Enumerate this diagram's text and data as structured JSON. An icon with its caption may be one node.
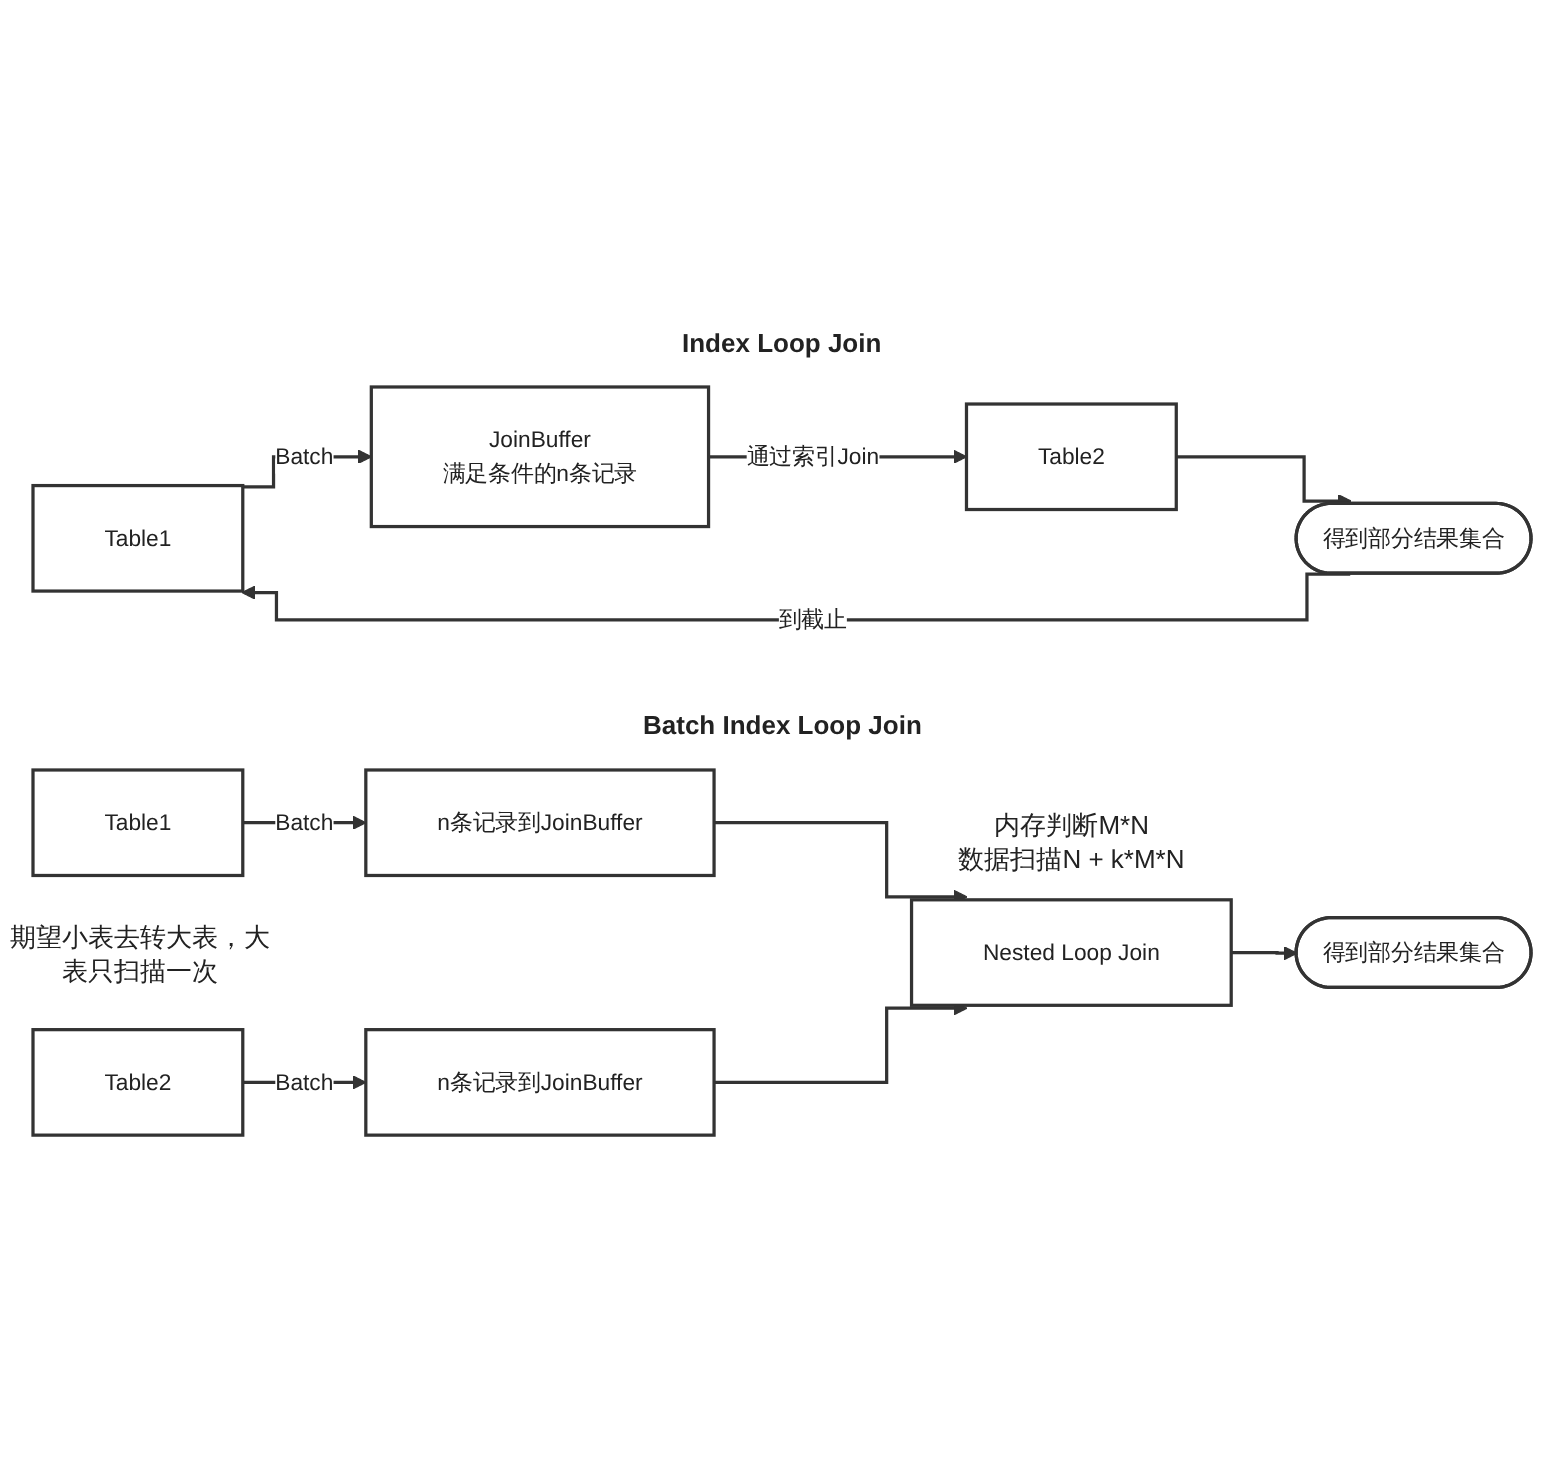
{
  "diagram": {
    "nodes": [
      {
        "text": [
          "Table1"
        ]
      },
      {
        "text": [
          "JoinBuffer",
          "满足条件的n条记录"
        ]
      },
      {
        "text": [
          "Table2"
        ]
      },
      {
        "text": [
          "得到部分结果集合"
        ]
      },
      {
        "text": [
          "Table1"
        ]
      },
      {
        "text": [
          "n条记录到JoinBuffer"
        ]
      },
      {
        "text": [
          "Table2"
        ]
      },
      {
        "text": [
          "n条记录到JoinBuffer"
        ]
      },
      {
        "text": [
          "Nested Loop Join"
        ]
      },
      {
        "text": [
          "得到部分结果集合"
        ]
      }
    ],
    "edges": [
      {
        "from": 0,
        "to": 1,
        "arrow": "to",
        "label": "Batch"
      },
      {
        "from": 1,
        "to": 2,
        "arrow": "to",
        "label": "通过索引Join"
      },
      {
        "from": 2,
        "to": 3,
        "arrow": "to"
      },
      {
        "from": 3,
        "to": 0,
        "arrow": "to",
        "label": "到截止"
      },
      {
        "from": 4,
        "to": 5,
        "arrow": "to",
        "label": "Batch"
      },
      {
        "from": 6,
        "to": 7,
        "arrow": "to",
        "label": "Batch"
      },
      {
        "from": 5,
        "to": 8,
        "arrow": "to"
      },
      {
        "from": 7,
        "to": 8,
        "arrow": "to"
      },
      {
        "from": 8,
        "to": 9,
        "arrow": "to"
      }
    ],
    "labels": [
      "Index Loop Join",
      "Batch Index Loop Join",
      "内存判断M*N",
      "数据扫描N + k*M*N",
      "期望小表去转大表，大表只扫描一次"
    ]
  }
}
